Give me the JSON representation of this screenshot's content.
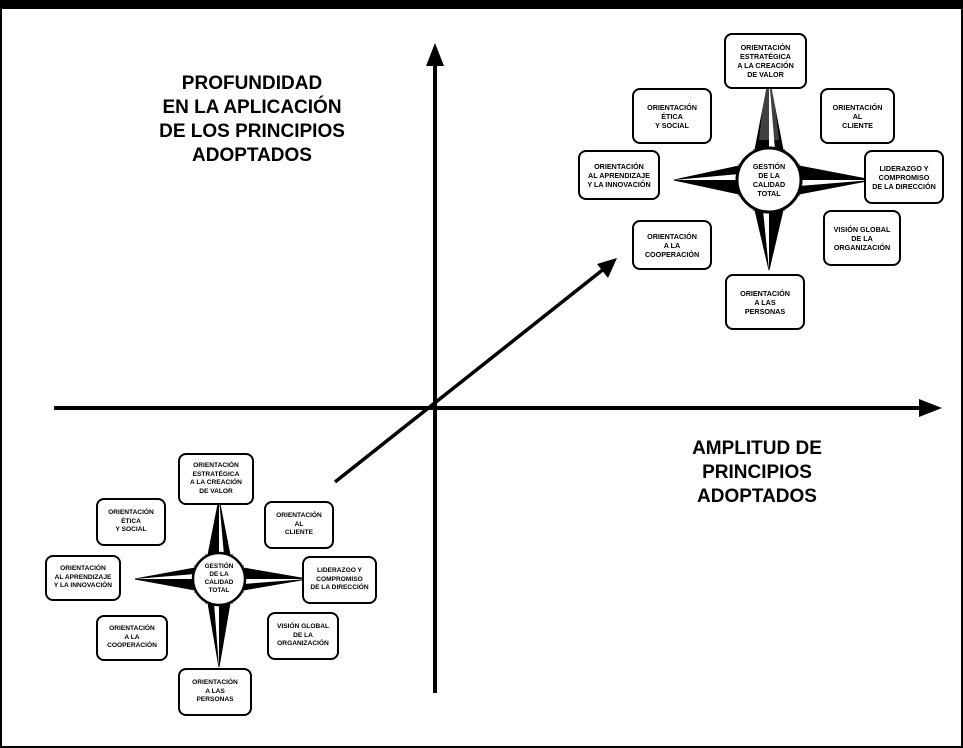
{
  "axes": {
    "vertical_title": "PROFUNDIDAD\nEN LA APLICACIÓN\nDE LOS PRINCIPIOS\nADOPTADOS",
    "horizontal_title": "AMPLITUD DE\nPRINCIPIOS\nADOPTADOS"
  },
  "model": {
    "center": "GESTIÓN\nDE LA\nCALIDAD\nTOTAL",
    "principles": {
      "estrategica": "ORIENTACIÓN\nESTRATÉGICA\nA LA CREACIÓN\nDE VALOR",
      "cliente": "ORIENTACIÓN\nAL\nCLIENTE",
      "liderazgo": "LIDERAZGO Y\nCOMPROMISO\nDE LA DIRECCIÓN",
      "vision": "VISIÓN GLOBAL\nDE LA\nORGANIZACIÓN",
      "personas": "ORIENTACIÓN\nA LAS\nPERSONAS",
      "cooperacion": "ORIENTACIÓN\nA LA\nCOOPERACIÓN",
      "aprendizaje": "ORIENTACIÓN\nAL APRENDIZAJE\nY LA INNOVACIÓN",
      "etica": "ORIENTACIÓN\nÉTICA\nY SOCIAL"
    }
  }
}
